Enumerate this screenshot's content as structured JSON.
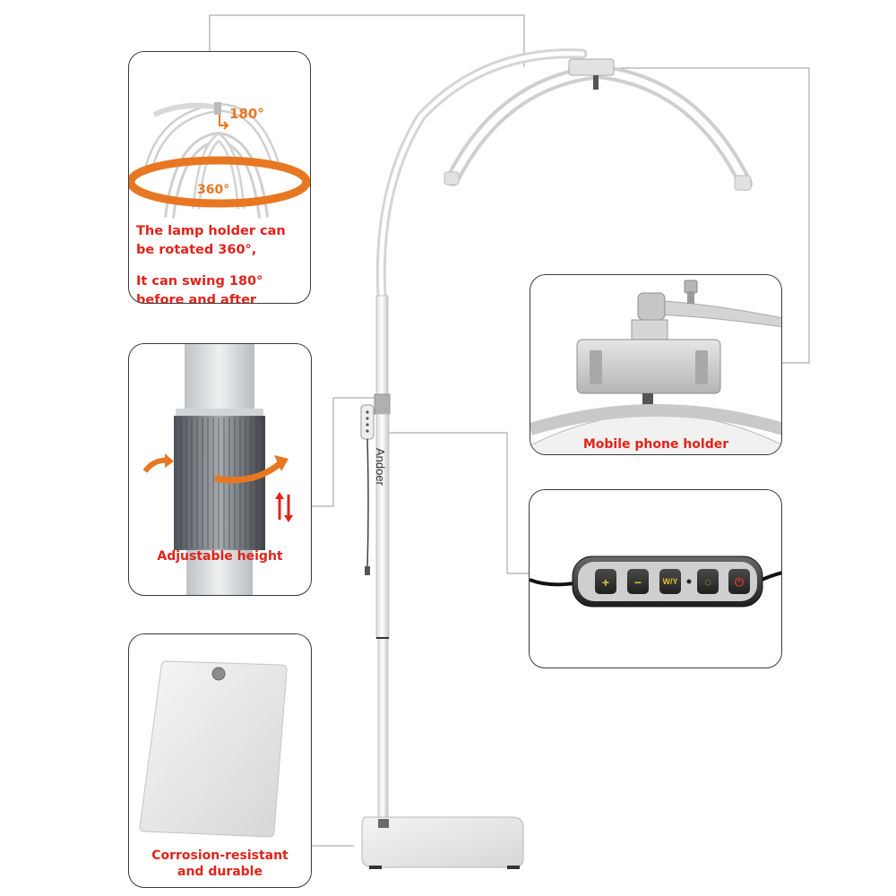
{
  "rotation_panel": {
    "angle_swing": "180°",
    "angle_rotate": "360°",
    "text_rotate_1": "The lamp holder can",
    "text_rotate_2": "be rotated 360°,",
    "text_swing_1": "It can swing 180°",
    "text_swing_2": "before and after"
  },
  "height_panel": {
    "caption": "Adjustable height"
  },
  "base_panel": {
    "caption_1": "Corrosion-resistant",
    "caption_2": "and durable"
  },
  "phone_panel": {
    "caption": "Mobile phone holder"
  },
  "controller_panel": {
    "keys": [
      {
        "symbol": "+",
        "icon": "plus-key-icon"
      },
      {
        "symbol": "−",
        "icon": "minus-key-icon"
      },
      {
        "symbol": "W/Y",
        "icon": "color-temp-key-icon"
      },
      {
        "symbol": "◌",
        "icon": "mode-key-icon"
      },
      {
        "symbol": "⏻",
        "icon": "power-key-icon"
      }
    ]
  },
  "lamp": {
    "brand": "Andoer"
  },
  "colors": {
    "caption_red": "#e2231a",
    "angle_orange": "#e87722",
    "frame_border": "#3a3a3a",
    "connector_line": "#9a9a9a"
  }
}
